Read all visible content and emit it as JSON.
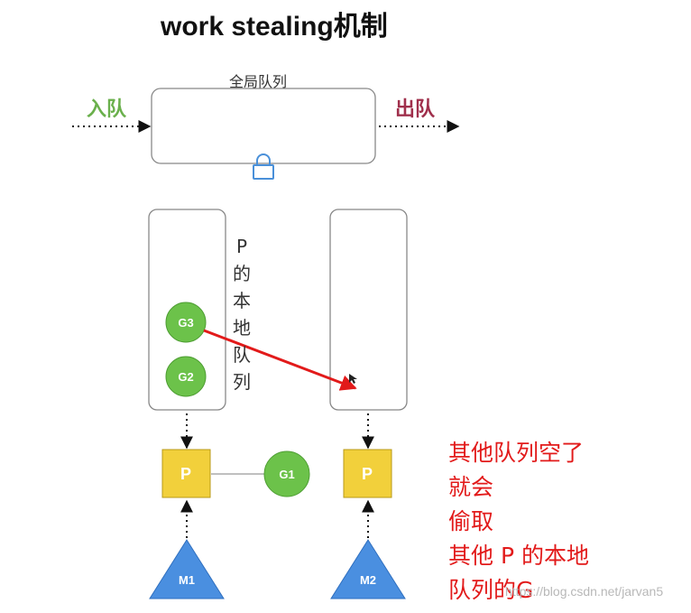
{
  "title": "work stealing机制",
  "global_queue": {
    "label": "全局队列"
  },
  "enqueue_label": "入队",
  "dequeue_label": "出队",
  "local_queue_label": "P的本地队列",
  "goroutines": {
    "g3": "G3",
    "g2": "G2",
    "g1": "G1"
  },
  "processors": {
    "p1": "P",
    "p2": "P"
  },
  "machines": {
    "m1": "M1",
    "m2": "M2"
  },
  "note": "其他队列空了\n就会\n偷取\n其他 P 的本地\n队列的G",
  "watermark": "https://blog.csdn.net/jarvan5",
  "colors": {
    "goroutine": "#6cc24a",
    "processor": "#f2d03b",
    "machine": "#4a8fe0",
    "steal_arrow": "#e21a1a",
    "lock": "#4a90d9"
  }
}
